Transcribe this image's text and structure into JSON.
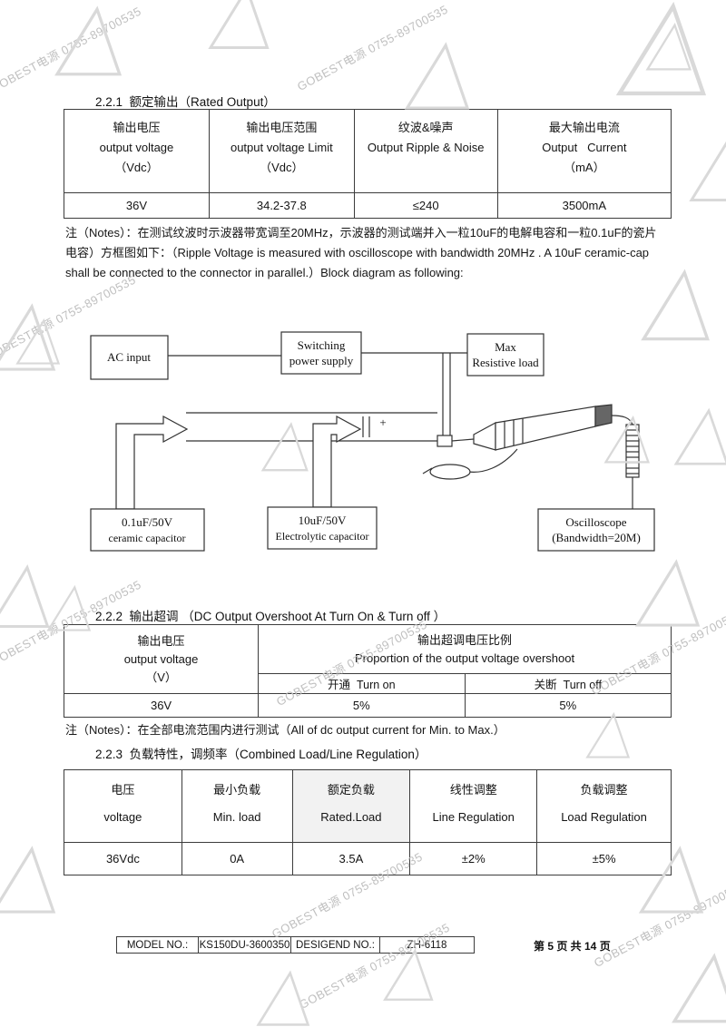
{
  "watermark": {
    "text": "GOBEST电源 0755-89700535"
  },
  "s221": {
    "heading": "2.2.1  额定输出（Rated Output）",
    "columns": [
      {
        "zh": "输出电压",
        "en": "output voltage",
        "unit": "（Vdc）",
        "value": "36V"
      },
      {
        "zh": "输出电压范围",
        "en": "output voltage Limit",
        "unit": "（Vdc）",
        "value": "34.2-37.8"
      },
      {
        "zh": "纹波&噪声",
        "en": "Output Ripple & Noise",
        "unit": "",
        "value": "≤240"
      },
      {
        "zh": "最大输出电流",
        "en": "Output   Current",
        "unit": "（mA）",
        "value": "3500mA"
      }
    ],
    "notes": "注（Notes）：在测试纹波时示波器带宽调至20MHz，示波器的测试端并入一粒10uF的电解电容和一粒0.1uF的瓷片电容）方框图如下：（Ripple Voltage is measured with oscilloscope with bandwidth 20MHz . A 10uF ceramic-cap shall be connected to the connector in parallel.）Block diagram as following:"
  },
  "diagram": {
    "ac_input": "AC input",
    "switching_1": "Switching",
    "switching_2": "power supply",
    "load_1": "Max",
    "load_2": "Resistive load",
    "cap1_1": "0.1uF/50V",
    "cap1_2": "ceramic capacitor",
    "cap2_1": "10uF/50V",
    "cap2_2": "Electrolytic capacitor",
    "scope_1": "Oscilloscope",
    "scope_2": "(Bandwidth=20M)",
    "plus": "+"
  },
  "s222": {
    "heading": "2.2.2  输出超调 （DC Output Overshoot At Turn On & Turn off ）",
    "voltage_zh": "输出电压",
    "voltage_en": "output voltage",
    "voltage_unit": "（V）",
    "overshoot_zh": "输出超调电压比例",
    "overshoot_en": "Proportion of the output voltage overshoot",
    "turn_on_label": "开通  Turn on",
    "turn_off_label": "关断  Turn off",
    "voltage_value": "36V",
    "turn_on_value": "5%",
    "turn_off_value": "5%",
    "note": "注（Notes）：在全部电流范围内进行测试（All of dc output current for Min. to Max.）"
  },
  "s223": {
    "heading": "2.2.3  负载特性，调频率（Combined Load/Line Regulation）",
    "columns": [
      {
        "zh": "电压",
        "en": "voltage",
        "value": "36Vdc"
      },
      {
        "zh": "最小负载",
        "en": "Min. load",
        "value": "0A"
      },
      {
        "zh": "额定负载",
        "en": "Rated.Load",
        "value": "3.5A"
      },
      {
        "zh": "线性调整",
        "en": "Line Regulation",
        "value": "±2%"
      },
      {
        "zh": "负载调整",
        "en": "Load Regulation",
        "value": "±5%"
      }
    ]
  },
  "footer": {
    "model_label": "MODEL NO.:",
    "model_value": "KS150DU-3600350",
    "design_label": "DESIGEND NO.:",
    "design_value": "ZH-6118",
    "page_info": "第 5 页 共 14 页"
  }
}
